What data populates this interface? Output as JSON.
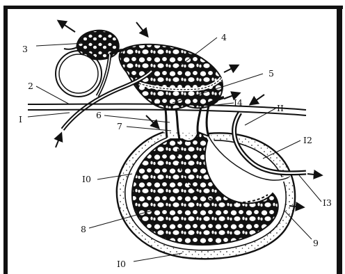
{
  "diagram": {
    "labels": {
      "l1": "I",
      "l2": "2",
      "l3": "3",
      "l4": "4",
      "l5": "5",
      "l6": "6",
      "l7": "7",
      "l8": "8",
      "l9": "9",
      "l10a": "I0",
      "l10b": "I0",
      "l11": "II",
      "l12": "I2",
      "l13": "I3",
      "l14": "I4"
    }
  }
}
